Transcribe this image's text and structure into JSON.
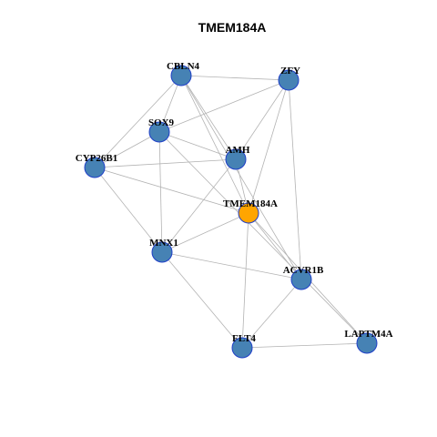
{
  "title": "TMEM184A",
  "colors": {
    "background": "#ffffff",
    "edge": "#b3b3b3",
    "node_fill": "#4682b4",
    "node_stroke": "#1f3fc8",
    "focus_fill": "#ffa500",
    "focus_stroke": "#1f3fc8",
    "label": "#000000"
  },
  "focus_node": "TMEM184A",
  "nodes": [
    {
      "id": "CBLN4",
      "label": "CBLN4"
    },
    {
      "id": "ZFY",
      "label": "ZFY"
    },
    {
      "id": "SOX9",
      "label": "SOX9"
    },
    {
      "id": "AMH",
      "label": "AMH"
    },
    {
      "id": "CYP26B1",
      "label": "CYP26B1"
    },
    {
      "id": "TMEM184A",
      "label": "TMEM184A"
    },
    {
      "id": "MNX1",
      "label": "MNX1"
    },
    {
      "id": "ACVR1B",
      "label": "ACVR1B"
    },
    {
      "id": "FLT4",
      "label": "FLT4"
    },
    {
      "id": "LAPTM4A",
      "label": "LAPTM4A"
    }
  ],
  "edges": [
    {
      "source": "CBLN4",
      "target": "ZFY"
    },
    {
      "source": "CBLN4",
      "target": "SOX9"
    },
    {
      "source": "CBLN4",
      "target": "CYP26B1"
    },
    {
      "source": "CBLN4",
      "target": "AMH"
    },
    {
      "source": "CBLN4",
      "target": "TMEM184A"
    },
    {
      "source": "CBLN4",
      "target": "ACVR1B"
    },
    {
      "source": "ZFY",
      "target": "SOX9"
    },
    {
      "source": "ZFY",
      "target": "AMH"
    },
    {
      "source": "ZFY",
      "target": "TMEM184A"
    },
    {
      "source": "ZFY",
      "target": "ACVR1B"
    },
    {
      "source": "SOX9",
      "target": "CYP26B1"
    },
    {
      "source": "SOX9",
      "target": "AMH"
    },
    {
      "source": "SOX9",
      "target": "MNX1"
    },
    {
      "source": "SOX9",
      "target": "LAPTM4A"
    },
    {
      "source": "CYP26B1",
      "target": "AMH"
    },
    {
      "source": "CYP26B1",
      "target": "TMEM184A"
    },
    {
      "source": "CYP26B1",
      "target": "MNX1"
    },
    {
      "source": "AMH",
      "target": "MNX1"
    },
    {
      "source": "AMH",
      "target": "TMEM184A"
    },
    {
      "source": "TMEM184A",
      "target": "MNX1"
    },
    {
      "source": "TMEM184A",
      "target": "FLT4"
    },
    {
      "source": "TMEM184A",
      "target": "ACVR1B"
    },
    {
      "source": "TMEM184A",
      "target": "LAPTM4A"
    },
    {
      "source": "MNX1",
      "target": "ACVR1B"
    },
    {
      "source": "MNX1",
      "target": "FLT4"
    },
    {
      "source": "ACVR1B",
      "target": "FLT4"
    },
    {
      "source": "FLT4",
      "target": "LAPTM4A"
    }
  ]
}
